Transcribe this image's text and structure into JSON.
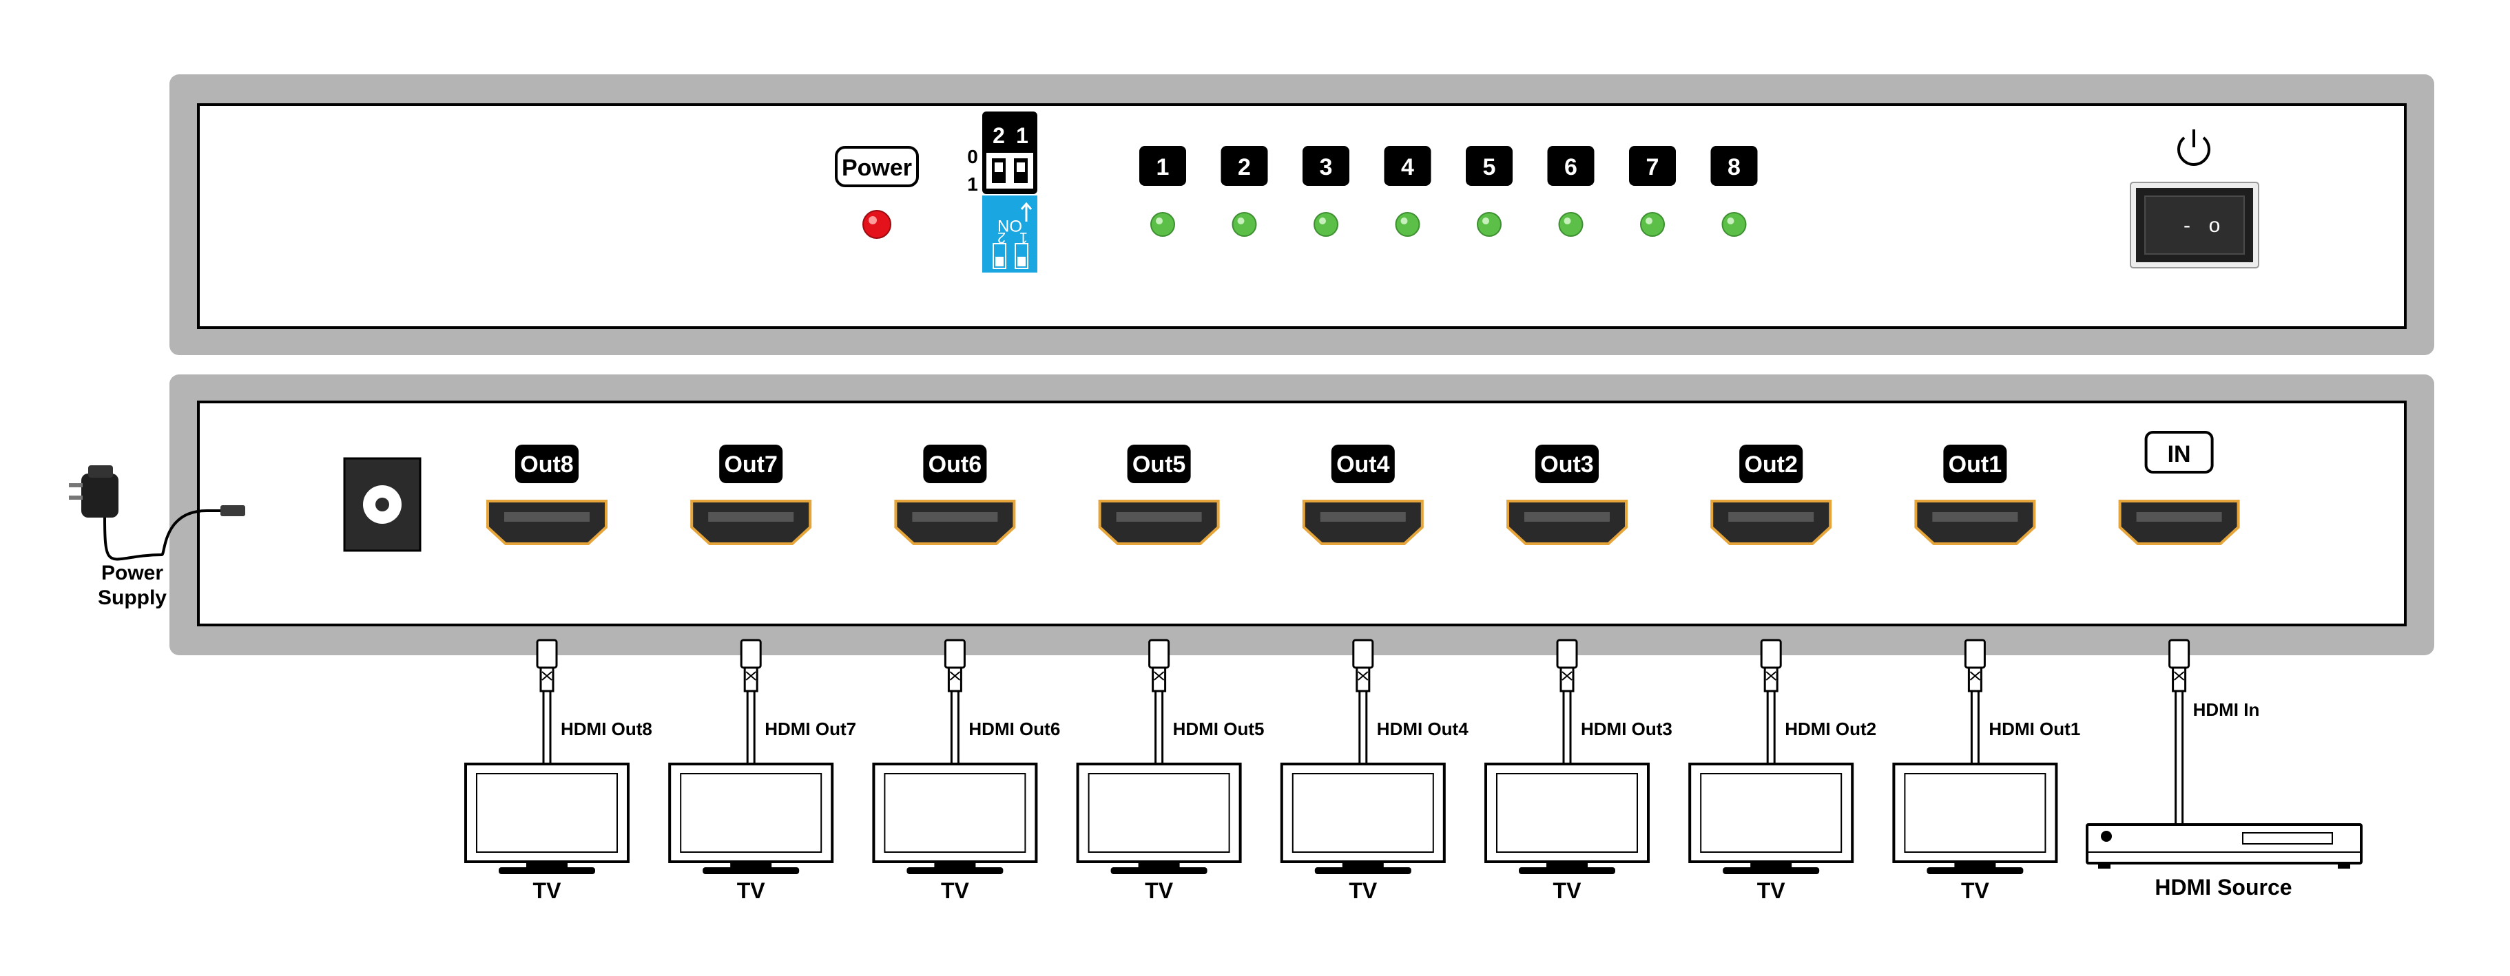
{
  "front_panel": {
    "power_label": "Power",
    "dip_switch": {
      "header_digits": [
        "2",
        "1"
      ],
      "row_labels": [
        "0",
        "1"
      ],
      "on_label": "ON",
      "switch_numbers": [
        "2",
        "1"
      ]
    },
    "output_leds": [
      "1",
      "2",
      "3",
      "4",
      "5",
      "6",
      "7",
      "8"
    ],
    "rocker_switch": {
      "symbols": [
        "-",
        "o"
      ]
    },
    "colors": {
      "power_led": "#e3121b",
      "output_led": "#5cc048",
      "dip_switch_body": "#1aa6e0",
      "panel_frame": "#b4b4b5",
      "label_fill": "#000000"
    }
  },
  "rear_panel": {
    "power_supply_label_lines": [
      "Power",
      "Supply"
    ],
    "output_ports": [
      "Out8",
      "Out7",
      "Out6",
      "Out5",
      "Out4",
      "Out3",
      "Out2",
      "Out1"
    ],
    "input_port": "IN",
    "colors": {
      "port_outline": "#e6a53a"
    }
  },
  "connections": {
    "outputs": [
      {
        "cable_label": "HDMI Out8",
        "device": "TV"
      },
      {
        "cable_label": "HDMI Out7",
        "device": "TV"
      },
      {
        "cable_label": "HDMI Out6",
        "device": "TV"
      },
      {
        "cable_label": "HDMI Out5",
        "device": "TV"
      },
      {
        "cable_label": "HDMI Out4",
        "device": "TV"
      },
      {
        "cable_label": "HDMI Out3",
        "device": "TV"
      },
      {
        "cable_label": "HDMI Out2",
        "device": "TV"
      },
      {
        "cable_label": "HDMI Out1",
        "device": "TV"
      }
    ],
    "input": {
      "cable_label": "HDMI In",
      "device": "HDMI Source"
    }
  }
}
